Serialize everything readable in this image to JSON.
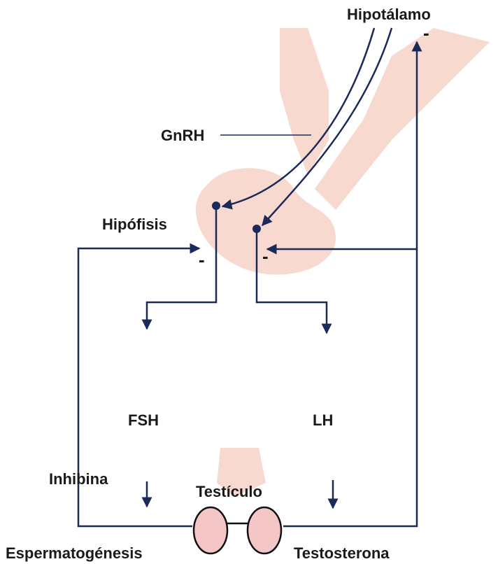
{
  "labels": {
    "hypothalamus": "Hipotálamo",
    "gnrh": "GnRH",
    "pituitary": "Hipófisis",
    "fsh": "FSH",
    "lh": "LH",
    "inhibin": "Inhibina",
    "testis": "Testículo",
    "spermatogenesis": "Espermatogénesis",
    "testosterone": "Testosterona"
  },
  "feedback_signs": {
    "hypothalamus": "-",
    "pituitary_left": "-",
    "pituitary_right": "-"
  },
  "colors": {
    "line": "#1c2a5a",
    "background_shape": "#f7d9cf",
    "testis_fill": "#f4c6c6",
    "testis_stroke": "#111111",
    "text": "#1a1a1a"
  }
}
